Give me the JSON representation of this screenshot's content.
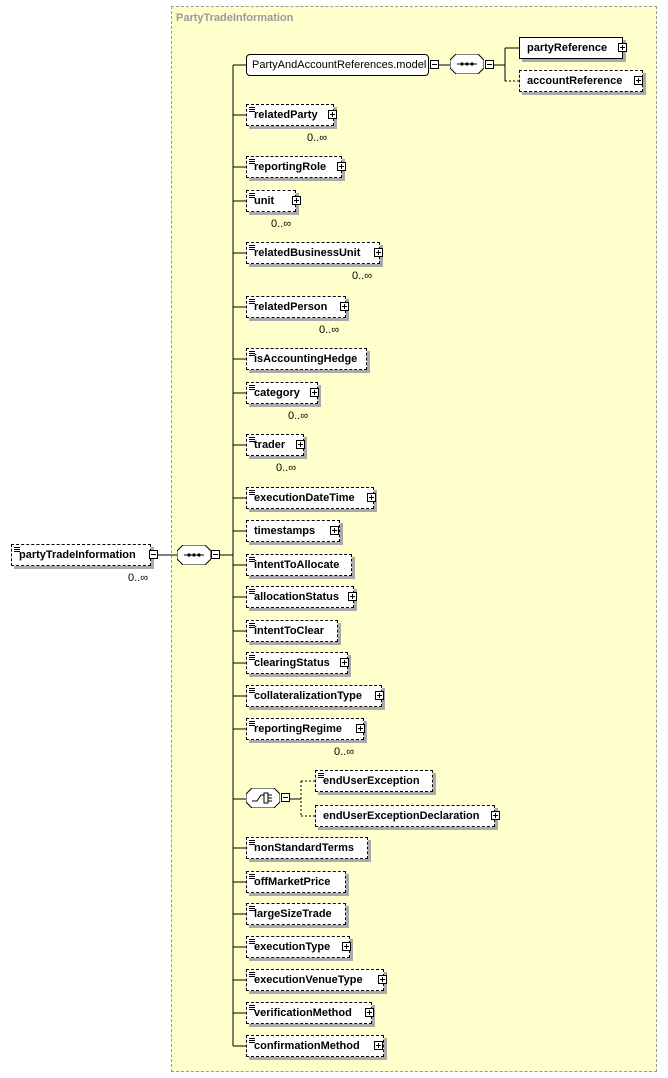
{
  "group": {
    "title": "PartyTradeInformation"
  },
  "root": {
    "name": "partyTradeInformation",
    "cardinality": "0..∞"
  },
  "model_group": {
    "name": "PartyAndAccountReferences.model"
  },
  "party_refs": [
    {
      "name": "partyReference"
    },
    {
      "name": "accountReference"
    }
  ],
  "children": [
    {
      "name": "relatedParty",
      "cardinality": "0..∞"
    },
    {
      "name": "reportingRole"
    },
    {
      "name": "unit",
      "cardinality": "0..∞"
    },
    {
      "name": "relatedBusinessUnit",
      "cardinality": "0..∞"
    },
    {
      "name": "relatedPerson",
      "cardinality": "0..∞"
    },
    {
      "name": "isAccountingHedge"
    },
    {
      "name": "category",
      "cardinality": "0..∞"
    },
    {
      "name": "trader",
      "cardinality": "0..∞"
    },
    {
      "name": "executionDateTime"
    },
    {
      "name": "timestamps"
    },
    {
      "name": "intentToAllocate"
    },
    {
      "name": "allocationStatus"
    },
    {
      "name": "intentToClear"
    },
    {
      "name": "clearingStatus"
    },
    {
      "name": "collateralizationType"
    },
    {
      "name": "reportingRegime",
      "cardinality": "0..∞"
    },
    {
      "name": "nonStandardTerms"
    },
    {
      "name": "offMarketPrice"
    },
    {
      "name": "largeSizeTrade"
    },
    {
      "name": "executionType"
    },
    {
      "name": "executionVenueType"
    },
    {
      "name": "verificationMethod"
    },
    {
      "name": "confirmationMethod"
    }
  ],
  "choice_children": [
    {
      "name": "endUserException"
    },
    {
      "name": "endUserExceptionDeclaration"
    }
  ]
}
